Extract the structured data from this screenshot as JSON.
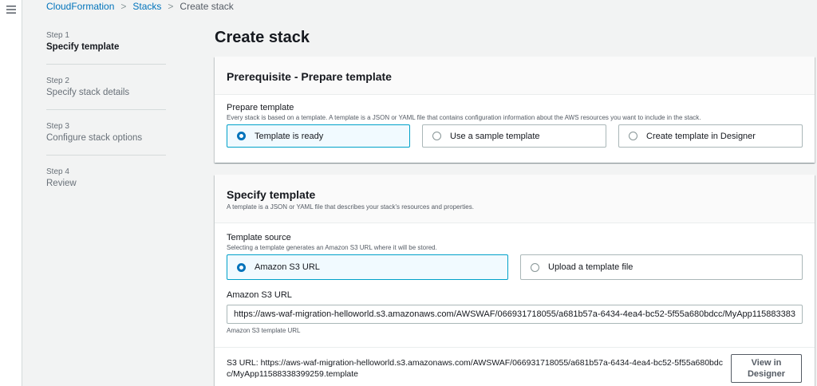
{
  "breadcrumb": {
    "root": "CloudFormation",
    "stacks": "Stacks",
    "current": "Create stack"
  },
  "steps": [
    {
      "num": "Step 1",
      "title": "Specify template",
      "active": true
    },
    {
      "num": "Step 2",
      "title": "Specify stack details",
      "active": false
    },
    {
      "num": "Step 3",
      "title": "Configure stack options",
      "active": false
    },
    {
      "num": "Step 4",
      "title": "Review",
      "active": false
    }
  ],
  "page_title": "Create stack",
  "prerequisite": {
    "title": "Prerequisite - Prepare template",
    "label": "Prepare template",
    "description": "Every stack is based on a template. A template is a JSON or YAML file that contains configuration information about the AWS resources you want to include in the stack.",
    "options": [
      {
        "label": "Template is ready",
        "selected": true
      },
      {
        "label": "Use a sample template",
        "selected": false
      },
      {
        "label": "Create template in Designer",
        "selected": false
      }
    ]
  },
  "specify": {
    "title": "Specify template",
    "description": "A template is a JSON or YAML file that describes your stack's resources and properties.",
    "source_label": "Template source",
    "source_desc": "Selecting a template generates an Amazon S3 URL where it will be stored.",
    "source_options": [
      {
        "label": "Amazon S3 URL",
        "selected": true
      },
      {
        "label": "Upload a template file",
        "selected": false
      }
    ],
    "s3_label": "Amazon S3 URL",
    "s3_value": "https://aws-waf-migration-helloworld.s3.amazonaws.com/AWSWAF/066931718055/a681b57a-6434-4ea4-bc52-5f55a680bdcc/MyApp115883383",
    "s3_hint": "Amazon S3 template URL",
    "s3_url_text": "S3 URL:  https://aws-waf-migration-helloworld.s3.amazonaws.com/AWSWAF/066931718055/a681b57a-6434-4ea4-bc52-5f55a680bdcc/MyApp11588338399259.template",
    "designer_button": "View in Designer"
  },
  "colors": {
    "link": "#0073bb",
    "selected_border": "#00a1c9",
    "selected_bg": "#f1faff"
  }
}
